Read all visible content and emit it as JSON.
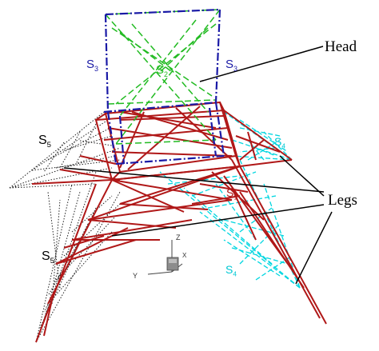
{
  "labels": {
    "head": "Head",
    "legs": "Legs",
    "s1_lower": "S1",
    "s2_top": "S2",
    "s3_left": "S3",
    "s3_right": "S3",
    "s4_upper": "S4",
    "s4_lower": "S4",
    "s5_upper": "S5",
    "s5_lower": "S5"
  },
  "axes": {
    "z": "Z",
    "y": "Y",
    "x": "X"
  },
  "colors": {
    "blue_frame": "#1a1aa6",
    "green_bracing": "#22bb22",
    "red_members": "#b01818",
    "cyan_members": "#00d6e0",
    "black_dotted": "#222222",
    "gray_box": "#8c8c8c"
  }
}
